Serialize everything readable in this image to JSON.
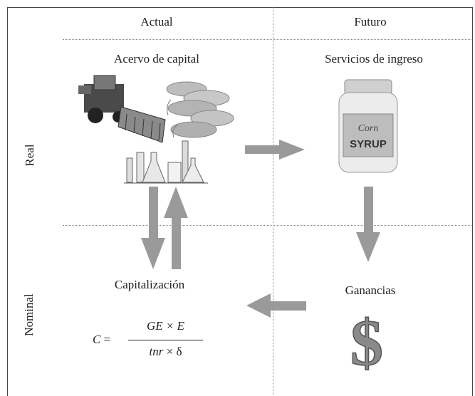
{
  "columns": {
    "current": "Actual",
    "future": "Futuro"
  },
  "rows": {
    "real": "Real",
    "nominal": "Nominal"
  },
  "quadrants": {
    "capital_stock": "Acervo de capital",
    "income_services": "Servicios de ingreso",
    "capitalization": "Capitalización",
    "earnings": "Ganancias"
  },
  "formula": {
    "lhs_var": "C",
    "equals": "=",
    "numerator": "GE × E",
    "denominator_var": "tnr",
    "denominator_rest": "× δ"
  },
  "images": {
    "harvester": "combine-harvester-illustration",
    "corn": "corn-cobs-illustration",
    "lab": "laboratory-glassware-illustration",
    "syrup": "corn-syrup-jar-illustration",
    "syrup_label_1": "Corn",
    "syrup_label_2": "SYRUP",
    "dollar": "$"
  },
  "colors": {
    "arrow": "#9a9a9a",
    "lines": "#888888"
  }
}
